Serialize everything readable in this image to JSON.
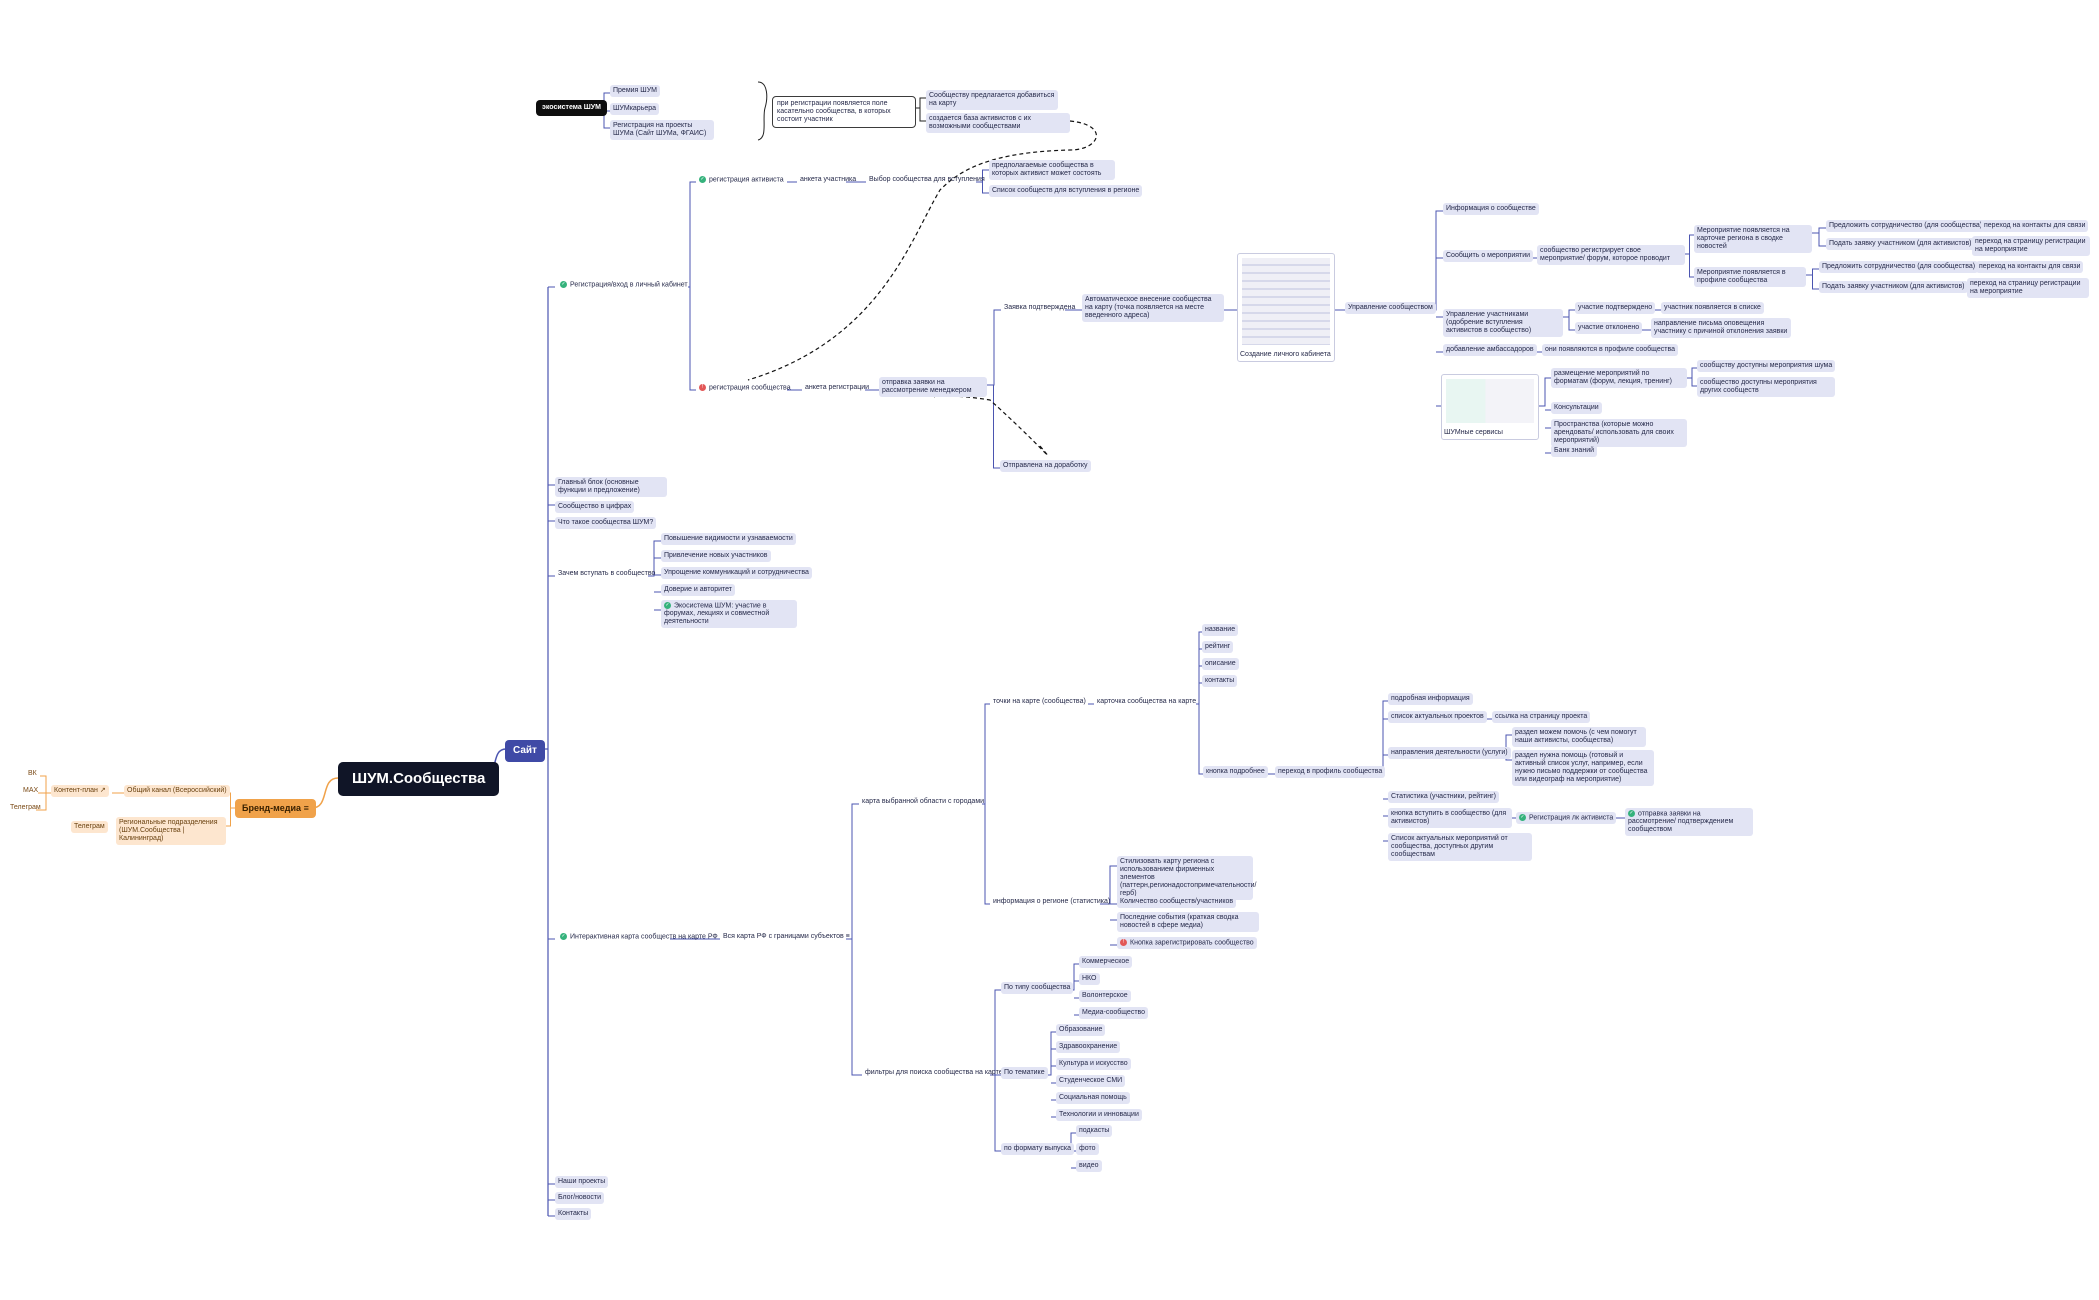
{
  "root": {
    "title": "ШУМ.Сообщества"
  },
  "site": {
    "label": "Сайт"
  },
  "brand": {
    "label": "Бренд-медиа",
    "content_plan": "Контент-план",
    "vk": "ВК",
    "max": "МАХ",
    "telegram_1": "Телеграм",
    "telegram_2": "Телеграм",
    "general_channel": "Общий канал (Всероссийский)",
    "regional": "Региональные подразделения (ШУМ.Сообщества | Калининград)"
  },
  "ecosystem": {
    "label": "экосистема ШУМ",
    "items": [
      "Премия ШУМ",
      "ШУМкарьера",
      "Регистрация на проекты ШУМа (Сайт ШУМа, ФГАИС)"
    ],
    "note": "при регистрации появляется поле касательно сообщества, в которых состоит участник",
    "offer": "Сообществу предлагается добавиться на карту",
    "base": "создается база активистов с их возможными сообществами"
  },
  "registration": {
    "label": "Регистрация/вход в личный кабинет",
    "activist": {
      "label": "регистрация активиста",
      "form": "анкета участника",
      "choice": "Выбор сообщества для вступления",
      "proposed": "предполагаемые сообщества в которых активист может состоять",
      "list": "Список сообществ для вступления в регионе"
    },
    "community": {
      "label": "регистрация сообщества",
      "form": "анкета регистрации",
      "send": "отправка заявки на рассмотрение менеджером",
      "approved": "Заявка подтверждена",
      "auto": "Автоматическое внесение сообщества на карту (точка появляется на месте введенного адреса)",
      "cabinet": "Создание личного кабинета",
      "rework": "Отправлена на доработку"
    },
    "manage": {
      "label": "Управление сообществом",
      "info": "Информация о сообществе",
      "events": "Сообщить о мероприятии",
      "registers": "сообщество регистрирует свое мероприятие/ форум, которое проводит",
      "news": "Мероприятие появляется на карточке региона в сводке новостей",
      "profile": "Мероприятие появляется в профиле сообщества",
      "coop_1": "Предложить сотрудничество (для сообщества)",
      "contacts_1": "переход на контакты для связи",
      "apply_1": "Подать заявку участником (для активистов)",
      "regpage_1": "переход на страницу регистрации на мероприятие",
      "coop_2": "Предложить сотрудничество (для сообщества)",
      "contacts_2": "переход на контакты для связи",
      "apply_2": "Подать заявку участником (для активистов)",
      "regpage_2": "переход на страницу регистрации на мероприятие",
      "members": "Управление участниками (одобрение вступления активистов в сообщество)",
      "confirmed": "участие подтверждено",
      "appears": "участник появляется в списке",
      "rejected": "участие отклонено",
      "letter": "направление письма оповещения участнику с причиной отклонения заявки",
      "ambassadors": "добавление амбассадоров",
      "amb_profile": "они появляются в профиле сообщества",
      "services": "ШУМные сервисы",
      "placement": "размещение мероприятий по форматам (форум, лекция, тренинг)",
      "avail_1": "сообщству доступны мероприятия шума",
      "avail_2": "сообщество доступны мероприятия других сообществ",
      "consult": "Консультации",
      "spaces": "Пространства (которые можно арендовать/ использовать для своих мероприятий)",
      "knowledge": "Банк знаний"
    }
  },
  "main_block": "Главный блок (основные функции и предложение)",
  "figures": "Сообщество в цифрах",
  "what_is": "Что такое сообщества ШУМ?",
  "why": {
    "label": "Зачем вступать в сообщество",
    "items": [
      "Повышение видимости и узнаваемости",
      "Привлечение новых участников",
      "Упрощение коммуникаций и сотрудничества",
      "Доверие и авторитет",
      "Экосистема ШУМ: участие в форумах, лекциях и совместной деятельности"
    ]
  },
  "map": {
    "label": "Интерактивная карта сообществ на карте РФ",
    "all": "Вся карта РФ с границами субъектов",
    "area": "карта выбранной области с городами",
    "points": "точки на карте (сообщества)",
    "card": "карточка сообщества на карте",
    "card_items": [
      "название",
      "рейтинг",
      "описание",
      "контакты"
    ],
    "more": "кнопка подробнее",
    "goto": "переход в профиль сообщества",
    "profile": {
      "details": "подробная информация",
      "projects": "список актуальных проектов",
      "project_link": "ссылка на страницу проекта",
      "directions": "направления деятельности (услуги)",
      "help_1": "раздел можем помочь (с чем помогут наши активисты, сообщества)",
      "help_2": "раздел нужна помощь (готовый и активный список услуг, например, если нужно письмо поддержки от сообщества или видеограф на мероприятие)",
      "stats": "Статистика (участники, рейтинг)",
      "join": "кнопка вступить в сообщество (для активистов)",
      "lk": "Регистрация лк активиста",
      "send_req": "отправка заявки на рассмотрение/ подтверждением сообществом",
      "events": "Список актуальных мероприятий от сообщества, доступных другим сообществам"
    },
    "region": {
      "label": "информация о регионе (статистика)",
      "stylize": "Стилизовать карту региона с использованием фирменных элементов (паттерн,регионадостопримечательности/ герб)",
      "count": "Количество сообществ/участников",
      "recent": "Последние события (краткая сводка новостей в сфере медиа)",
      "register": "Кнопка зарегистрировать сообщество"
    },
    "filters": {
      "label": "фильтры для поиска сообщества на карте",
      "type": "По типу сообщества",
      "types": [
        "Коммерческое",
        "НКО",
        "Волонтерское",
        "Медиа-сообщество"
      ],
      "theme": "По тематике",
      "themes": [
        "Образование",
        "Здравоохранение",
        "Культура и искусство",
        "Студенческое СМИ",
        "Социальная помощь",
        "Технологии и инновации"
      ],
      "format": "по формату выпуска",
      "formats": [
        "подкасты",
        "фото",
        "видео"
      ]
    }
  },
  "projects": "Наши проекты",
  "blog": "Блог/новости",
  "contacts": "Контакты",
  "colors": {
    "branch": "#3f4aa6",
    "brand": "#f0a24a",
    "pill": "#e2e4f4"
  }
}
